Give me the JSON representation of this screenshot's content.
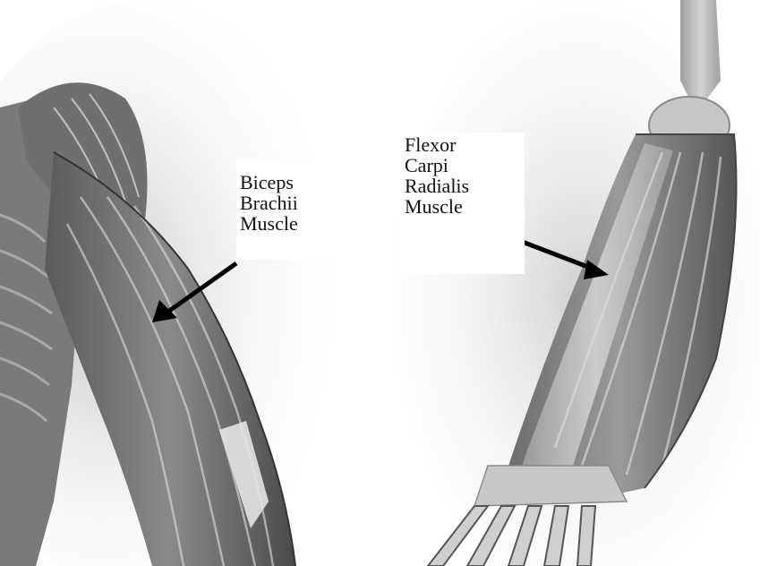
{
  "image": {
    "description_colors": {
      "background": "#ffffff",
      "muscle_dark": "#4a4a4a",
      "muscle_mid": "#7d7d7d",
      "muscle_light": "#c9c9c9",
      "bone": "#bdbdbd",
      "arrow": "#000000"
    }
  },
  "labels": {
    "biceps": {
      "line1": "Biceps",
      "line2": "Brachii",
      "line3": "Muscle"
    },
    "fcr": {
      "line1": "Flexor",
      "line2": "Carpi",
      "line3": "Radialis",
      "line4": "Muscle"
    }
  }
}
